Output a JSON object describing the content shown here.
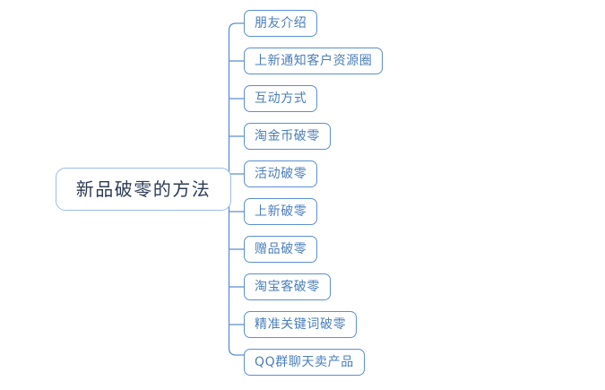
{
  "diagram": {
    "type": "mind-map",
    "orientation": "left-to-right",
    "background_color": "#ffffff",
    "root": {
      "label": "新品破零的方法",
      "border_color": "#9dbce6",
      "text_color": "#2e3b55"
    },
    "branch": {
      "line_color": "#5b8fd4",
      "node_border_color": "#5b8fd4",
      "node_text_color": "#4a7ebb"
    },
    "children": [
      {
        "label": "朋友介绍"
      },
      {
        "label": "上新通知客户资源圈"
      },
      {
        "label": "互动方式"
      },
      {
        "label": "淘金币破零"
      },
      {
        "label": "活动破零"
      },
      {
        "label": "上新破零"
      },
      {
        "label": "赠品破零"
      },
      {
        "label": "淘宝客破零"
      },
      {
        "label": "精准关键词破零"
      },
      {
        "label": "QQ群聊天卖产品"
      }
    ]
  }
}
